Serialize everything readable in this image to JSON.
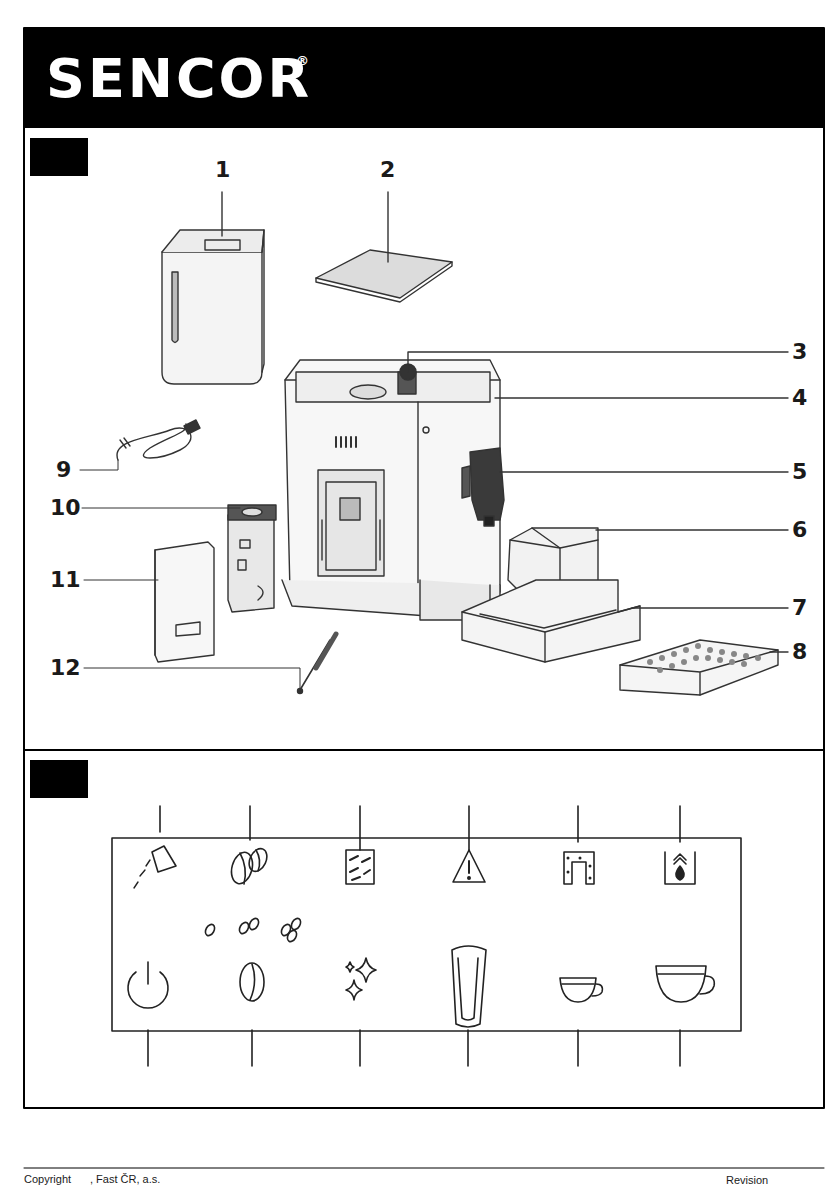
{
  "diagram": {
    "nodes": [
      {
        "text": [
          "SENCOR",
          "®"
        ]
      }
    ],
    "labels": [
      "1",
      "2",
      "3",
      "4",
      "5",
      "6",
      "7",
      "8",
      "9",
      "10",
      "11",
      "12",
      "Copyright",
      ", Fast ČR, a.s.",
      "Revision"
    ]
  }
}
